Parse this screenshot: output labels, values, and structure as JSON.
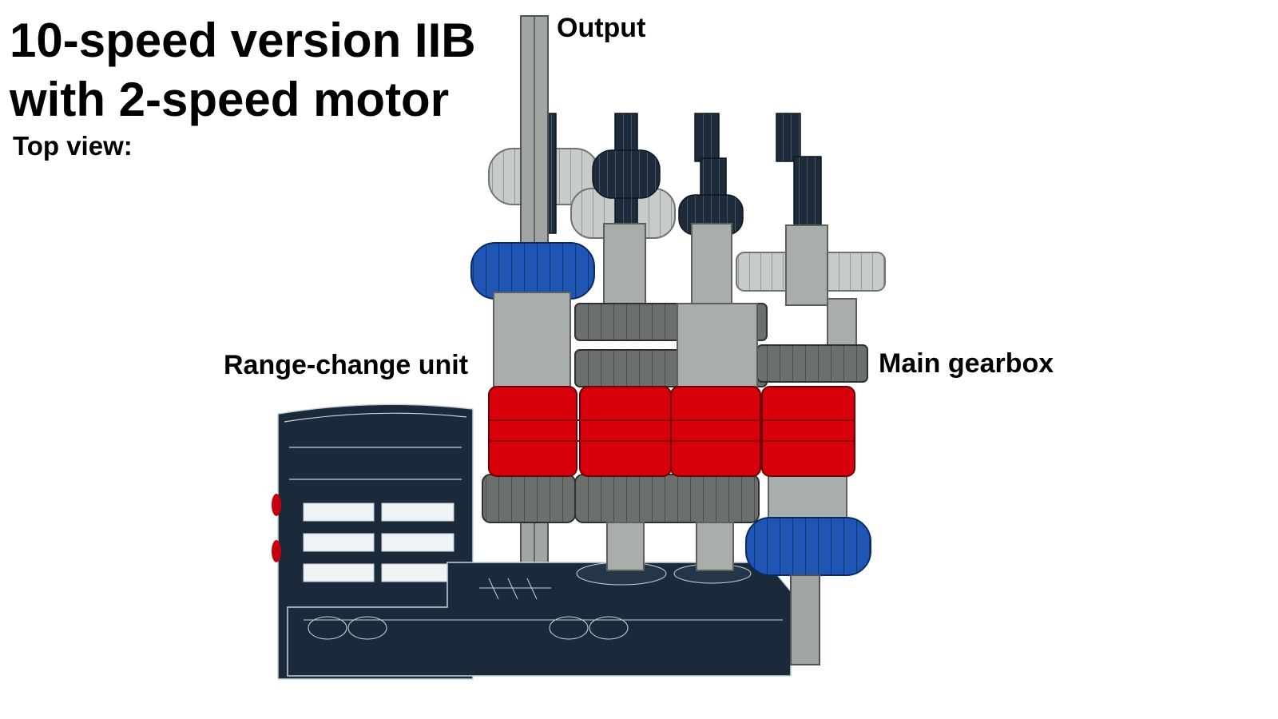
{
  "title": {
    "line1": "10-speed version IIB",
    "line2": "with 2-speed motor"
  },
  "subtitle": "Top view:",
  "labels": {
    "output": "Output",
    "range_change_unit": "Range-change unit",
    "main_gearbox": "Main gearbox"
  },
  "colors": {
    "background": "#ffffff",
    "motor_body": "#1b2a3a",
    "motor_edge": "#c9d3dc",
    "axle_gray": "#9aa09c",
    "gear_light_gray": "#c8ccc8",
    "gear_dark_gray": "#6c706d",
    "clutch_red": "#d8000a",
    "gear_blue": "#1f56b4",
    "axle_black": "#1d2b3b"
  },
  "icons": {
    "motor": "lego-2-speed-motor",
    "gears": "lego-gear-train"
  }
}
